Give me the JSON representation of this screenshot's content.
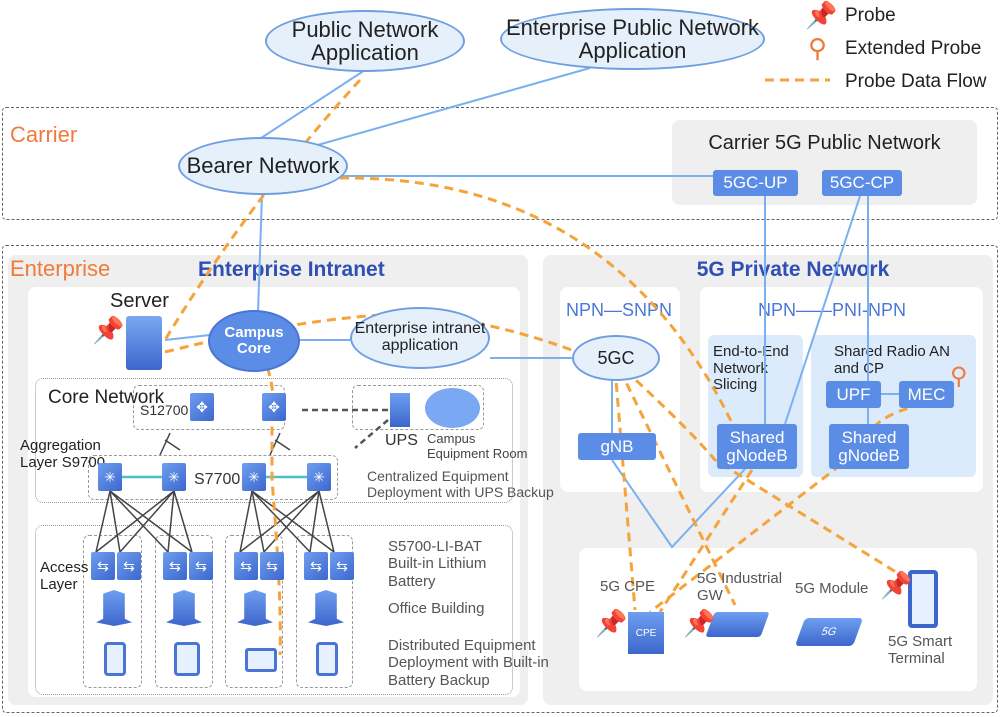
{
  "legend": {
    "probe": "Probe",
    "extended_probe": "Extended Probe",
    "data_flow": "Probe Data Flow"
  },
  "clouds": {
    "public_app": "Public Network Application",
    "enterprise_public_app": "Enterprise Public Network Application",
    "bearer": "Bearer Network",
    "campus_core": "Campus Core",
    "enterprise_app": "Enterprise intranet application",
    "fivegc": "5GC"
  },
  "carrier": {
    "label": "Carrier",
    "public_5g": "Carrier 5G Public Network",
    "up": "5GC-UP",
    "cp": "5GC-CP"
  },
  "enterprise": {
    "label": "Enterprise",
    "intranet_title": "Enterprise Intranet",
    "server": "Server",
    "core_network": "Core Network",
    "s12700": "S12700",
    "ups": "UPS",
    "campus_room": "Campus Equipment Room",
    "aggregation": "Aggregation Layer S9700",
    "s7700": "S7700",
    "centralized": "Centralized Equipment Deployment with UPS Backup",
    "access": "Access Layer",
    "s5700": "S5700-LI-BAT Built-in Lithium Battery",
    "office": "Office Building",
    "distributed": "Distributed Equipment Deployment with Built-in Battery Backup"
  },
  "private5g": {
    "title": "5G Private Network",
    "snpn": "NPN—SNPN",
    "pni": "NPN——PNI-NPN",
    "gnb": "gNB",
    "slicing": "End-to-End Network Slicing",
    "shared_gnodeb": "Shared gNodeB",
    "shared_radio": "Shared Radio AN and CP",
    "upf": "UPF",
    "mec": "MEC",
    "cpe": "5G CPE",
    "industrial_gw": "5G Industrial GW",
    "module": "5G Module",
    "smart_terminal": "5G Smart Terminal",
    "cpe_badge": "CPE",
    "module_badge": "5G"
  },
  "colors": {
    "accent": "#2f4fb5",
    "probe": "#f07a3a",
    "flow": "#f5a33a",
    "link": "#7ab0f0"
  }
}
